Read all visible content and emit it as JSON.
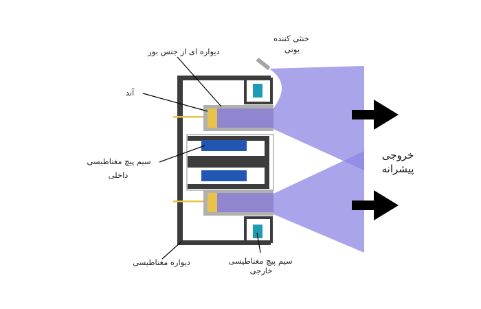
{
  "labels": {
    "neutralizer_line1": "خنثی کننده",
    "neutralizer_line2": "یونی",
    "boron_wall": "دیواره ای از جنس بور",
    "anode": "آند",
    "inner_coil_line1": "سیم پیچ مغناطیسی",
    "inner_coil_line2": "داخلی",
    "magnetic_wall": "دیواره مغناطیسی",
    "outer_coil_line1": "سیم پیچ مغناطیسی",
    "outer_coil_line2": "خارجی",
    "exhaust_line1": "خروجی",
    "exhaust_line2": "پیشرانه"
  },
  "colors": {
    "body": "#3c3c3c",
    "boron_wall": "#b0b0b0",
    "channel": "#8f86cf",
    "plume": "#8e86e4",
    "anode": "#e8c24a",
    "inner_coil": "#2156b3",
    "outer_coil": "#1e9bb5",
    "arrow": "#000000",
    "leader": "#000000"
  },
  "icons": {
    "exhaust_arrow_upper": "arrow-right-icon",
    "exhaust_arrow_lower": "arrow-right-icon"
  }
}
